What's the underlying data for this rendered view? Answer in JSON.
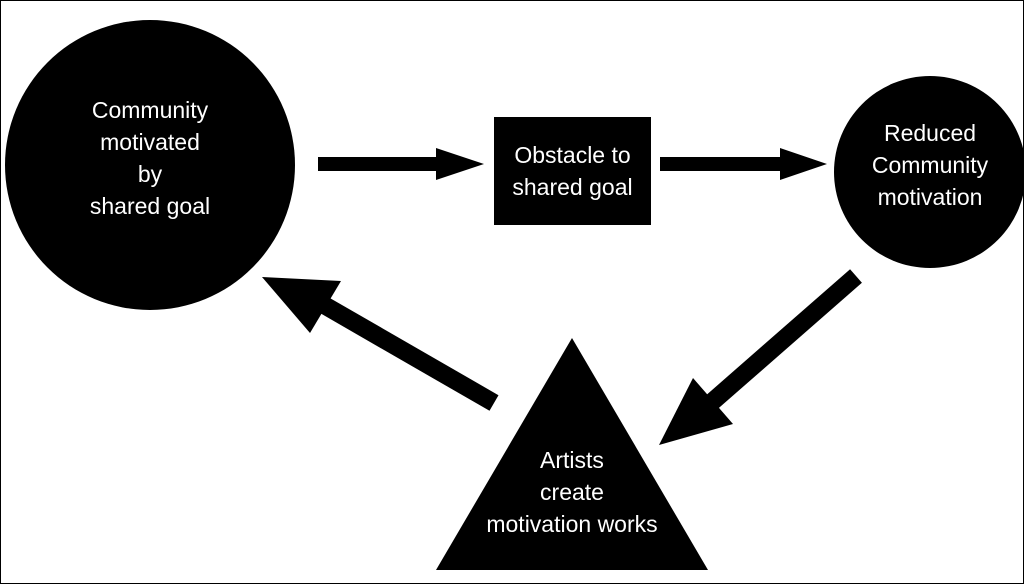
{
  "diagram": {
    "colors": {
      "background": "#ffffff",
      "shapes": "#000000",
      "text": "#ffffff"
    },
    "nodes": {
      "community": {
        "shape": "circle",
        "lines": [
          "Community",
          "motivated",
          "by",
          "shared goal"
        ]
      },
      "obstacle": {
        "shape": "square",
        "lines": [
          "Obstacle to",
          "shared goal"
        ]
      },
      "reduced": {
        "shape": "circle",
        "lines": [
          "Reduced",
          "Community",
          "motivation"
        ]
      },
      "artists": {
        "shape": "triangle",
        "lines": [
          "Artists",
          "create",
          "motivation works"
        ]
      }
    },
    "edges": [
      {
        "from": "community",
        "to": "obstacle"
      },
      {
        "from": "obstacle",
        "to": "reduced"
      },
      {
        "from": "reduced",
        "to": "artists"
      },
      {
        "from": "artists",
        "to": "community"
      }
    ]
  }
}
